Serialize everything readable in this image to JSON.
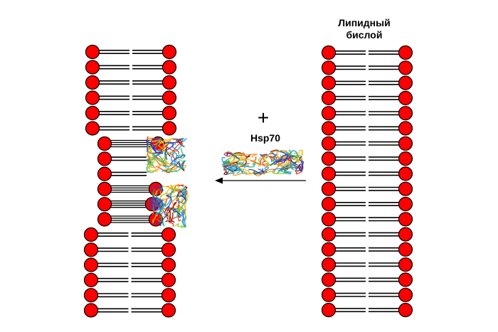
{
  "labels": {
    "bilayer": "Липидный\nбислой",
    "plus": "+",
    "protein": "Hsp70"
  },
  "colors": {
    "lipid_head": "#ff0000",
    "lipid_outline": "#000000",
    "tail": "#000000",
    "arrow": "#000000",
    "protein_palette": [
      "#8b0000",
      "#e23a1a",
      "#ff8c1a",
      "#f2c218",
      "#9acd32",
      "#2eb872",
      "#1f9ad6",
      "#2a3fbf"
    ]
  },
  "diagram": {
    "right_bilayer": {
      "lipid_pairs": 18
    },
    "left_bilayer": {
      "top_pairs": 6,
      "disrupted_pairs": 6,
      "bottom_pairs": 6
    },
    "arrow_direction": "right-to-left"
  }
}
